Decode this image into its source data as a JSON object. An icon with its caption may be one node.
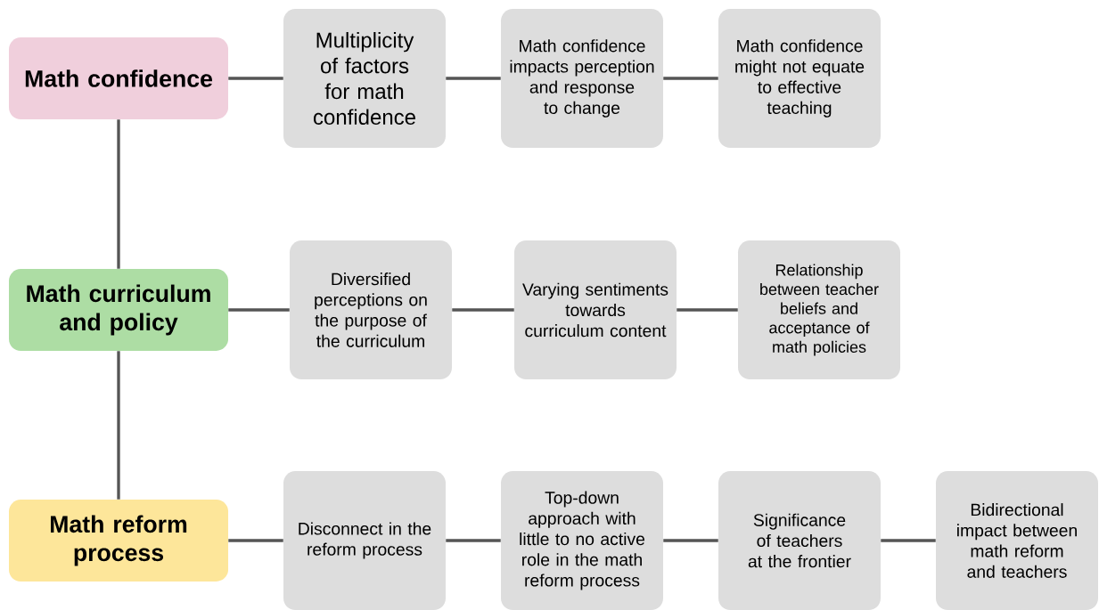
{
  "diagram": {
    "nodes": [
      {
        "text": [
          "Math confidence"
        ]
      },
      {
        "text": [
          "Multiplicity of factors for math confidence"
        ]
      },
      {
        "text": [
          "Math confidence impacts perception and response to change"
        ]
      },
      {
        "text": [
          "Math confidence might not equate to effective teaching"
        ]
      },
      {
        "text": [
          "Math curriculum and policy"
        ]
      },
      {
        "text": [
          "Diversified perceptions on the purpose of the curriculum"
        ]
      },
      {
        "text": [
          "Varying sentiments towards curriculum content"
        ]
      },
      {
        "text": [
          "Relationship between teacher beliefs and acceptance of math policies"
        ]
      },
      {
        "text": [
          "Math reform process"
        ]
      },
      {
        "text": [
          "Disconnect in the reform process"
        ]
      },
      {
        "text": [
          "Top-down approach with little to no active role in the math reform process"
        ]
      },
      {
        "text": [
          "Significance of teachers at the frontier"
        ]
      },
      {
        "text": [
          "Bidirectional impact between math reform and teachers"
        ]
      }
    ],
    "edges": [
      {
        "from": 0,
        "to": 1,
        "arrow": "none"
      },
      {
        "from": 1,
        "to": 2,
        "arrow": "none"
      },
      {
        "from": 2,
        "to": 3,
        "arrow": "none"
      },
      {
        "from": 0,
        "to": 4,
        "arrow": "none"
      },
      {
        "from": 4,
        "to": 5,
        "arrow": "none"
      },
      {
        "from": 5,
        "to": 6,
        "arrow": "none"
      },
      {
        "from": 6,
        "to": 7,
        "arrow": "none"
      },
      {
        "from": 4,
        "to": 8,
        "arrow": "none"
      },
      {
        "from": 8,
        "to": 9,
        "arrow": "none"
      },
      {
        "from": 9,
        "to": 10,
        "arrow": "none"
      },
      {
        "from": 10,
        "to": 11,
        "arrow": "none"
      },
      {
        "from": 11,
        "to": 12,
        "arrow": "none"
      }
    ]
  }
}
